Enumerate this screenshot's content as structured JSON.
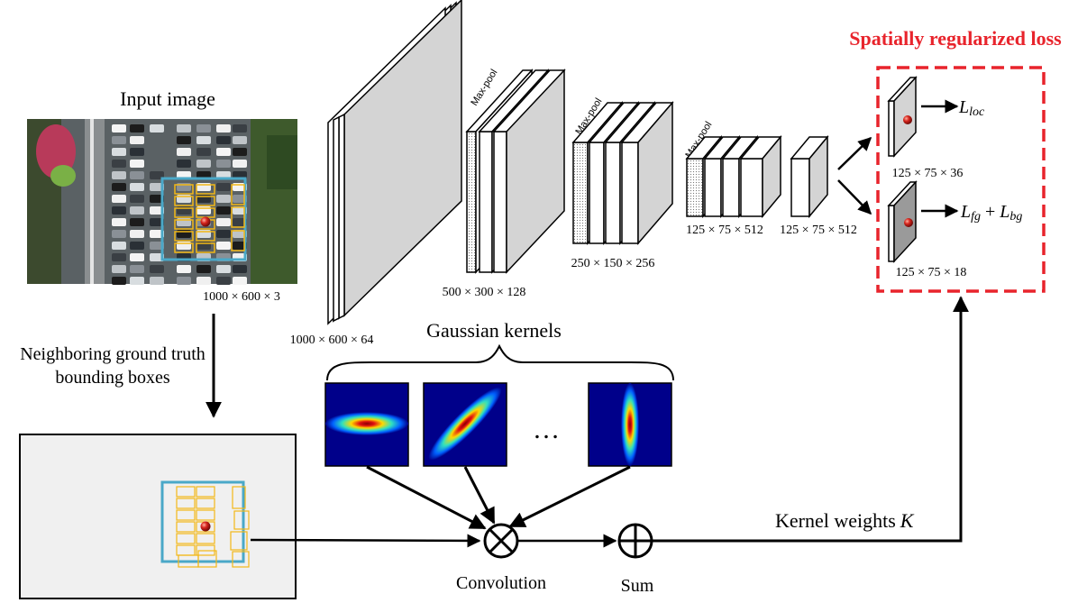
{
  "title": "Spatially regularized loss",
  "input_label": "Input image",
  "input_dim": "1000 × 600 × 3",
  "neighbor_label": [
    "Neighboring ground truth",
    "bounding boxes"
  ],
  "conv_dims": {
    "c1": "1000 × 600 × 64",
    "c2": "500 × 300 × 128",
    "c3": "250 × 150 × 256",
    "c4": "125 × 75 × 512",
    "c5": "125 × 75 × 512"
  },
  "pool_label": "Max-pool",
  "head_dims": {
    "loc": "125 × 75 × 36",
    "cls": "125 × 75 × 18"
  },
  "loss": {
    "loc_L": "L",
    "loc_sub": "loc",
    "fg_L": "L",
    "fg_sub": "fg",
    "plus": "+",
    "bg_L": "L",
    "bg_sub": "bg"
  },
  "gaussian_label": "Gaussian kernels",
  "ellipsis": "…",
  "convolution_label": "Convolution",
  "sum_label": "Sum",
  "kernel_weights_label": "Kernel weights",
  "kernel_weights_symbol": "K",
  "colors": {
    "accent_red": "#e8242c",
    "box_yellow": "#f2b817",
    "box_cyan": "#4aa8c8",
    "layer_fill": "#d4d4d4",
    "kernel_bg": "#00008a"
  }
}
